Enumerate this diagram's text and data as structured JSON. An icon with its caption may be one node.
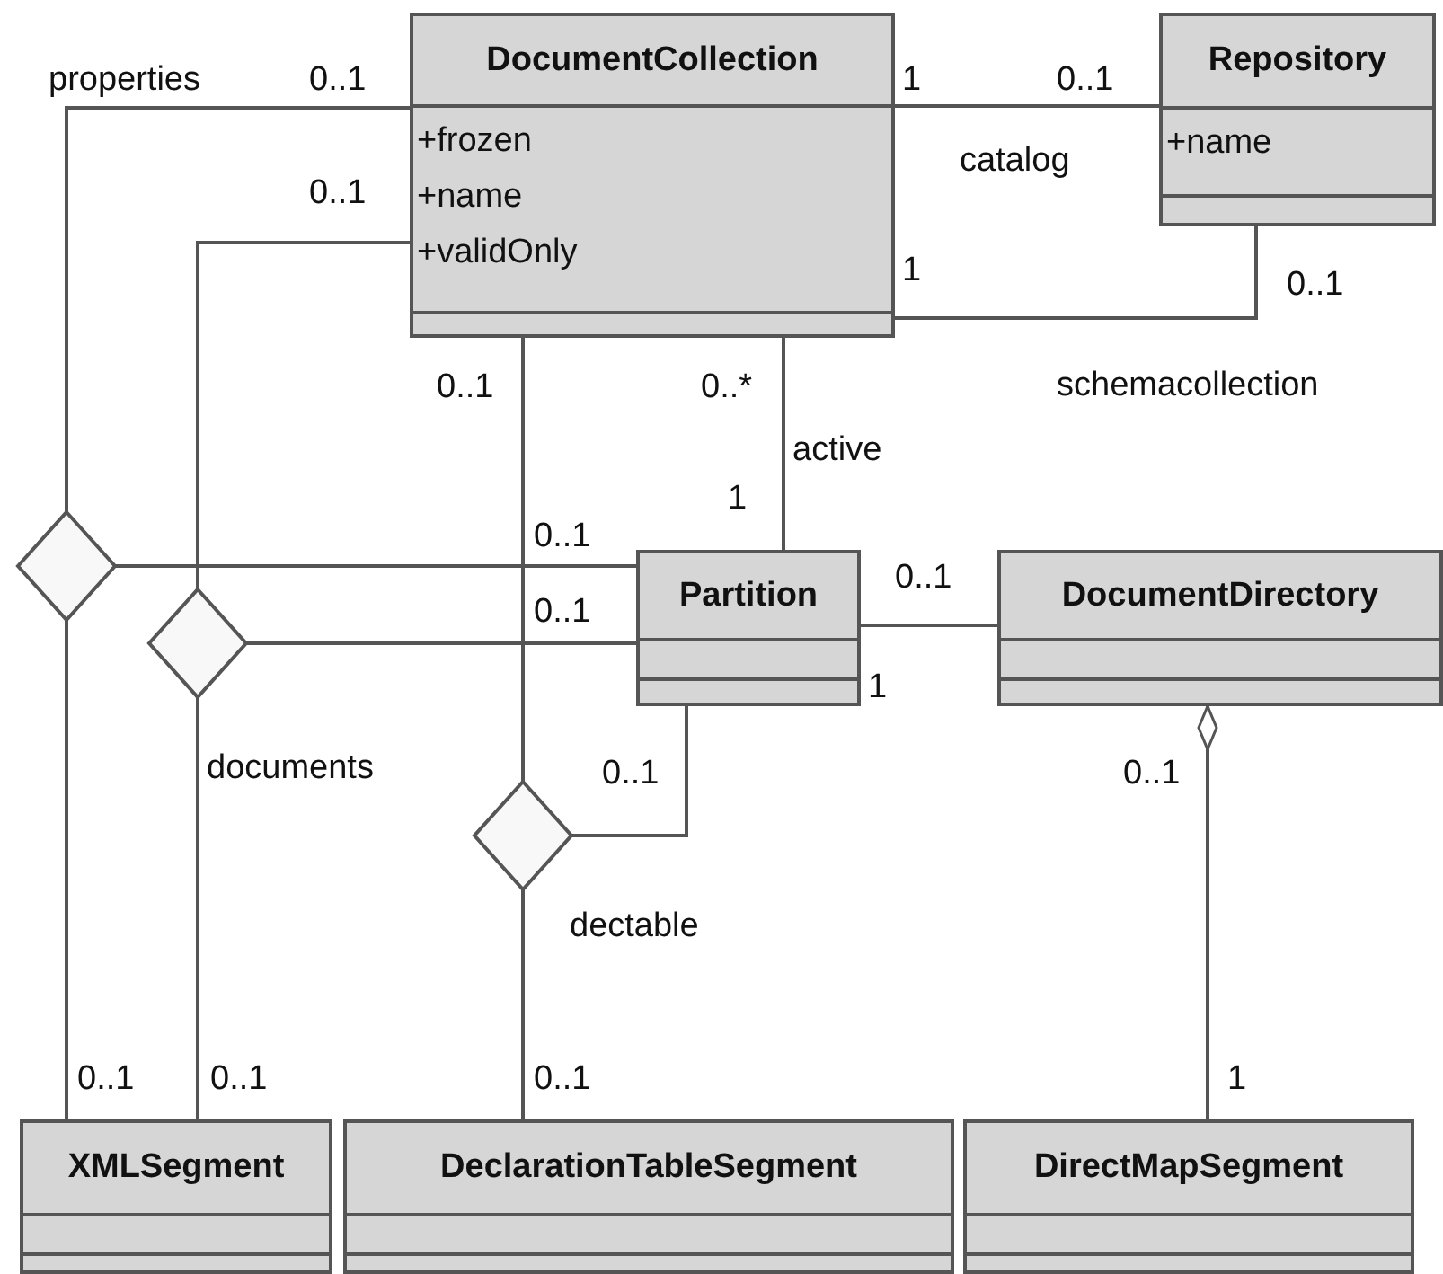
{
  "diagram": {
    "nodes": [
      {
        "text": [
          "DocumentCollection",
          "+frozen",
          "+name",
          "+validOnly"
        ]
      },
      {
        "text": [
          "Repository",
          "+name"
        ]
      },
      {
        "text": [
          "Partition"
        ]
      },
      {
        "text": [
          "DocumentDirectory"
        ]
      },
      {
        "text": [
          "XMLSegment"
        ]
      },
      {
        "text": [
          "DeclarationTableSegment"
        ]
      },
      {
        "text": [
          "DirectMapSegment"
        ]
      },
      {
        "text": [],
        "shape": "diamond"
      },
      {
        "text": [],
        "shape": "diamond",
        "beside": [
          "documents"
        ]
      },
      {
        "text": [],
        "shape": "diamond",
        "beside": [
          "dectable"
        ]
      }
    ],
    "edges": [
      {
        "from": 0,
        "to": 1,
        "arrow": "none",
        "label": "catalog"
      },
      {
        "from": 0,
        "to": 1,
        "arrow": "none",
        "label": "schemacollection"
      },
      {
        "from": 0,
        "to": 2,
        "arrow": "none",
        "label": "active"
      },
      {
        "from": 7,
        "to": 0,
        "arrow": "none",
        "label": "properties"
      },
      {
        "from": 7,
        "to": 2,
        "arrow": "none"
      },
      {
        "from": 7,
        "to": 4,
        "arrow": "none"
      },
      {
        "from": 8,
        "to": 0,
        "arrow": "none"
      },
      {
        "from": 8,
        "to": 2,
        "arrow": "none"
      },
      {
        "from": 8,
        "to": 4,
        "arrow": "none"
      },
      {
        "from": 9,
        "to": 0,
        "arrow": "none"
      },
      {
        "from": 9,
        "to": 2,
        "arrow": "none"
      },
      {
        "from": 9,
        "to": 5,
        "arrow": "none"
      },
      {
        "from": 2,
        "to": 3,
        "arrow": "none"
      },
      {
        "from": 3,
        "to": 6,
        "arrow": "other"
      }
    ],
    "labels": [
      "0..1",
      "1",
      "0..1",
      "0..1",
      "1",
      "0..1",
      "0..1",
      "0..*",
      "1",
      "0..1",
      "0..1",
      "0..1",
      "1",
      "0..1",
      "0..1",
      "0..1",
      "0..1",
      "0..1",
      "1"
    ]
  }
}
